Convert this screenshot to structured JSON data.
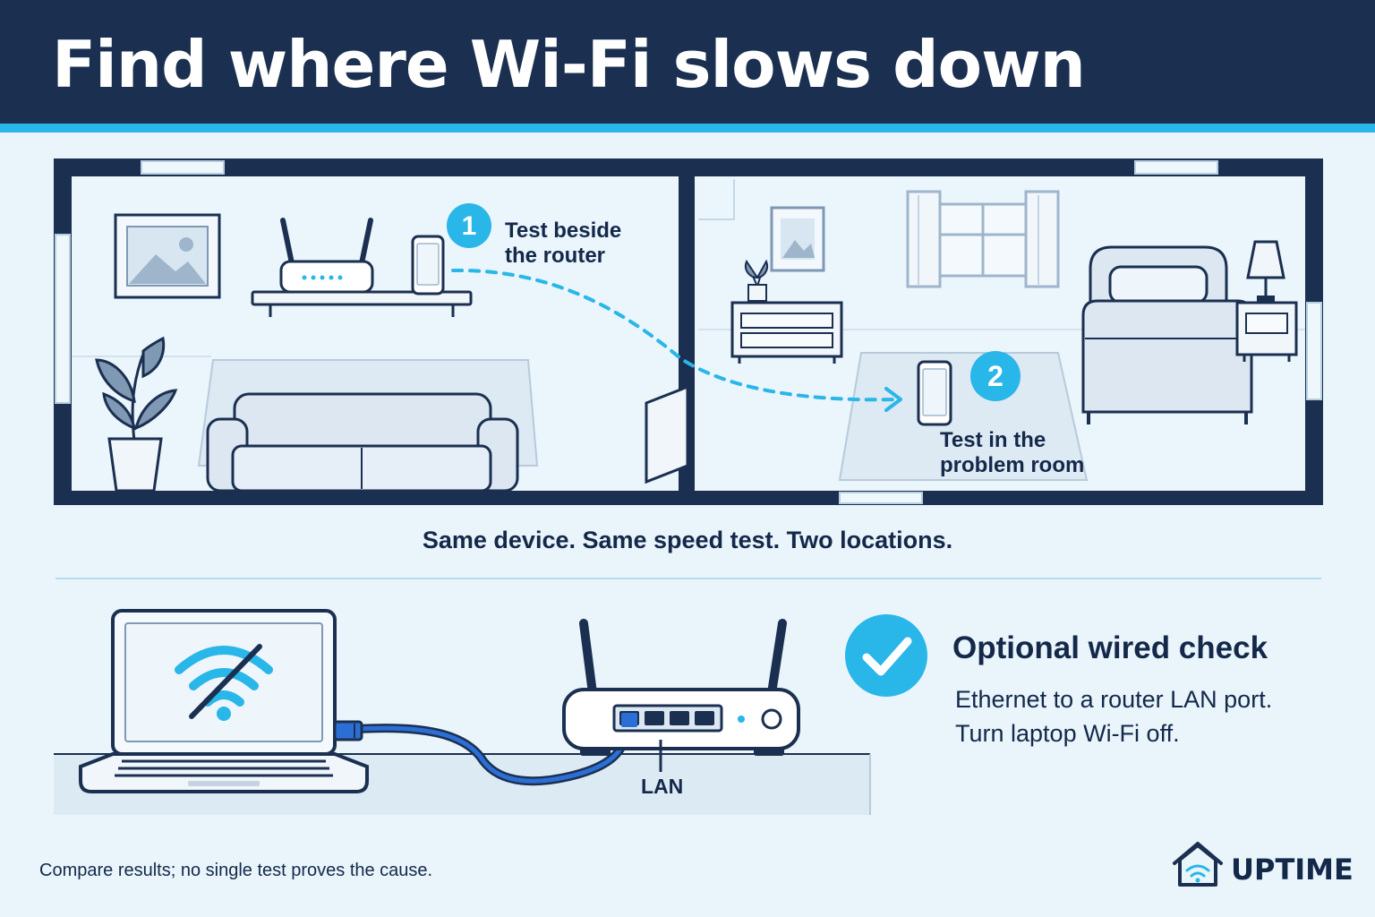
{
  "title": "Find where Wi-Fi slows down",
  "steps": [
    {
      "number": "1",
      "label_lines": [
        "Test beside",
        "the router"
      ]
    },
    {
      "number": "2",
      "label_lines": [
        "Test in the",
        "problem room"
      ]
    }
  ],
  "caption": "Same device. Same speed test. Two locations.",
  "wired_check": {
    "title": "Optional wired check",
    "lines": [
      "Ethernet to a router LAN port.",
      "Turn laptop Wi-Fi off."
    ],
    "port_label": "LAN"
  },
  "footnote": "Compare results; no single test proves the cause.",
  "brand": {
    "name": "UPTIME",
    "icon": "house-wifi-icon"
  },
  "icons": [
    "router-icon",
    "phone-icon",
    "laptop-icon",
    "wifi-off-icon",
    "checkmark-icon",
    "ethernet-plug-icon",
    "plant-icon",
    "sofa-icon",
    "bed-icon",
    "lamp-icon",
    "picture-frame-icon"
  ],
  "colors": {
    "header": "#1b3050",
    "accent": "#29b6e8",
    "accent_deep": "#1ea8e0",
    "ink": "#14284a",
    "background": "#e9f5fb",
    "cable": "#2b6fd6"
  }
}
